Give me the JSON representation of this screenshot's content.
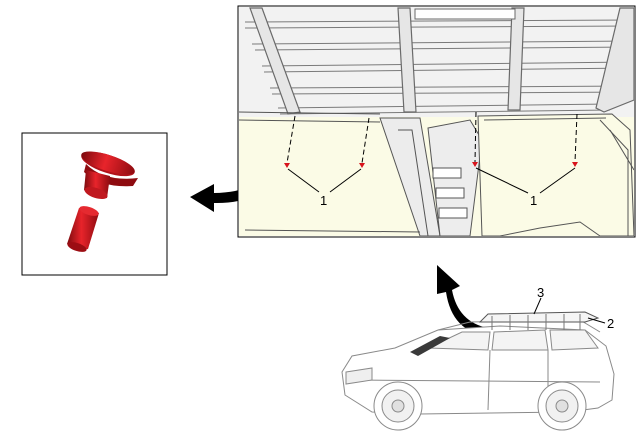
{
  "callouts": {
    "clip_left": "1",
    "clip_right": "1",
    "rail_cover": "3",
    "rail_end": "2"
  },
  "colors": {
    "clip_red": "#d8141c",
    "clip_dark": "#8e0b10",
    "panel_fill": "#fbfbe6",
    "line": "#000000",
    "gray": "#9a9a9a"
  },
  "icons": {
    "detail_arrow": "curved-arrow-left-icon",
    "detail_clip": "push-pin-clip-icon",
    "view_arrow": "curved-arrow-up-icon"
  }
}
